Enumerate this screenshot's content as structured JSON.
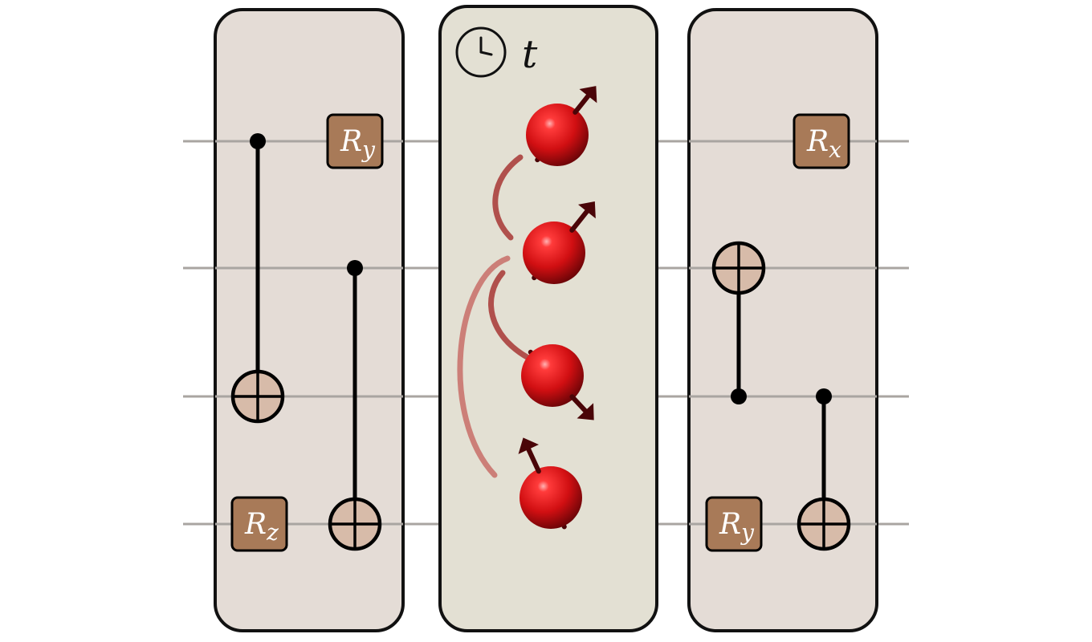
{
  "diagram": {
    "wire_count": 4,
    "time_label": "t",
    "colors": {
      "wire": "#a9a5a1",
      "panel_fill": "#e4dcd6",
      "middle_panel_fill": "#e3e0d3",
      "panel_stroke": "#111111",
      "gate_fill": "#a87a58",
      "target_fill": "#d7bba9",
      "spin_red": "#e01414",
      "arrow": "#4a0508",
      "coupling_dark": "#b0504c",
      "coupling_light": "#cc7f78"
    },
    "icons": [
      "clock-icon"
    ],
    "left_block": {
      "cnots": [
        {
          "control_wire": 1,
          "target_wire": 3
        },
        {
          "control_wire": 2,
          "target_wire": 4
        }
      ],
      "gates": [
        {
          "wire": 1,
          "symbol": "R",
          "sub": "y"
        },
        {
          "wire": 4,
          "symbol": "R",
          "sub": "z"
        }
      ]
    },
    "middle_block": {
      "spins": [
        {
          "wire": 1,
          "direction": "up-right"
        },
        {
          "wire": 2,
          "direction": "up-right"
        },
        {
          "wire": 3,
          "direction": "down-right"
        },
        {
          "wire": 4,
          "direction": "up-left"
        }
      ],
      "couplings": [
        {
          "from_spin": 2,
          "to_spin": 1
        },
        {
          "from_spin": 2,
          "to_spin": 3
        },
        {
          "from_spin": 2,
          "to_spin": 4
        }
      ]
    },
    "right_block": {
      "cnots": [
        {
          "control_wire": 3,
          "target_wire": 2
        },
        {
          "control_wire": 3,
          "target_wire": 4
        }
      ],
      "gates": [
        {
          "wire": 1,
          "symbol": "R",
          "sub": "x"
        },
        {
          "wire": 4,
          "symbol": "R",
          "sub": "y"
        }
      ]
    }
  }
}
